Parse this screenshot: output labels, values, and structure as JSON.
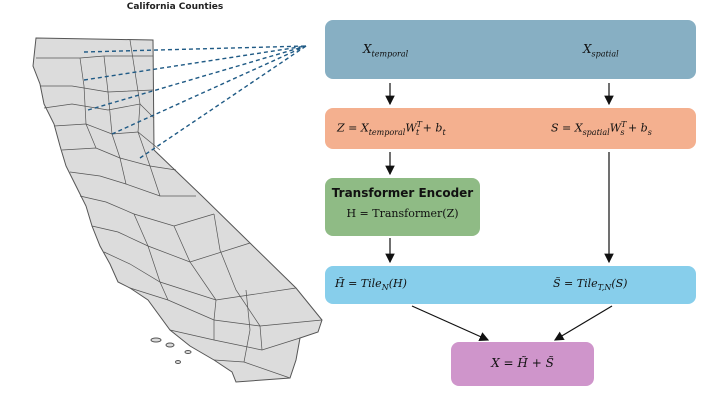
{
  "map": {
    "title": "California Counties"
  },
  "colors": {
    "input_box": "#87afc3",
    "projection_box": "#f4b08f",
    "encoder_box": "#8fbb85",
    "tile_box": "#87ceeb",
    "output_box": "#cf95cb",
    "map_fill": "#dcdcdc",
    "map_stroke": "#555555",
    "dashed_lines": "#1f5a85"
  },
  "inputs": {
    "temporal_symbol": "X",
    "temporal_sub": "temporal",
    "spatial_symbol": "X",
    "spatial_sub": "spatial"
  },
  "projection": {
    "left": {
      "lhs": "Z = X",
      "sub": "temporal",
      "w": "W",
      "w_sub": "t",
      "w_sup": "T",
      "rest": " + b",
      "b_sub": "t"
    },
    "right": {
      "lhs": "S = X",
      "sub": "spatial",
      "w": "W",
      "w_sub": "s",
      "w_sup": "T",
      "rest": " + b",
      "b_sub": "s"
    }
  },
  "encoder": {
    "title": "Transformer Encoder",
    "equation": "H = Transformer(Z)"
  },
  "tiling": {
    "left": {
      "lhs": "H̃ = Tile",
      "sub": "N",
      "arg": "(H)"
    },
    "right": {
      "lhs": "S̃ = Tile",
      "sub": "T,N",
      "arg": "(S)"
    }
  },
  "output": {
    "equation": "X = H̃ + S̃"
  }
}
